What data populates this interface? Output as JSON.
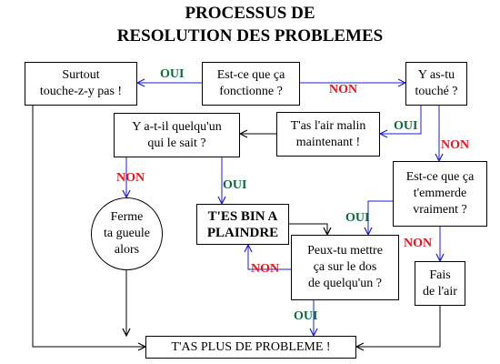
{
  "title": {
    "line1": "PROCESSUS DE",
    "line2": "RESOLUTION DES PROBLEMES"
  },
  "nodes": {
    "fonctionne": [
      "Est-ce que ça",
      "fonctionne ?"
    ],
    "surtout": [
      "Surtout",
      "touche-z-y pas !"
    ],
    "touche": [
      "Y as-tu",
      "touché ?"
    ],
    "malin": [
      "T'as l'air malin",
      "maintenant !"
    ],
    "quelquun": [
      "Y a-t-il quelqu'un",
      "qui le sait ?"
    ],
    "emmerde": [
      "Est-ce que ça",
      "t'emmerde",
      "vraiment ?"
    ],
    "ferme": [
      "Ferme",
      "ta gueule",
      "alors"
    ],
    "plaindre": [
      "T'ES BIN A",
      "PLAINDRE"
    ],
    "dos": [
      "Peux-tu mettre",
      "ça sur le dos",
      "de quelqu'un ?"
    ],
    "fais": [
      "Fais",
      "de l'air"
    ],
    "final": [
      "T'AS PLUS DE PROBLEME !"
    ]
  },
  "edge_labels": {
    "oui_surtout": "OUI",
    "non_touche": "NON",
    "oui_malin": "OUI",
    "non_emmerde": "NON",
    "non_ferme": "NON",
    "oui_plaindre": "OUI",
    "oui_dos": "OUI",
    "non_fais": "NON",
    "non_loop": "NON",
    "oui_final": "OUI"
  },
  "colors": {
    "oui": "#0e6a3a",
    "non": "#e8141c",
    "arrow_blue": "#1f1fd0",
    "arrow_black": "#000000"
  }
}
